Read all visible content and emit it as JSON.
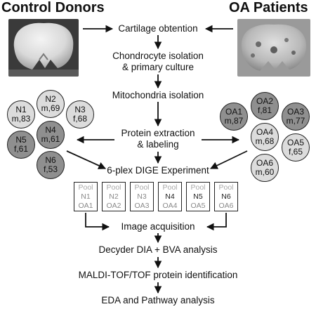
{
  "titles": {
    "control": "Control Donors",
    "oa": "OA Patients"
  },
  "steps": {
    "cartilage": "Cartilage obtention",
    "chondro_1": "Chondrocyte isolation",
    "chondro_2": "& primary culture",
    "mito": "Mitochondria isolation",
    "protein_1": "Protein extraction",
    "protein_2": "& labeling",
    "dige": "6-plex DIGE Experiment",
    "image": "Image acquisition",
    "decyder": "Decyder DIA + BVA analysis",
    "maldi": "MALDI-TOF/TOF protein identification",
    "eda": "EDA and Pathway analysis"
  },
  "control_donors": [
    {
      "id": "N1",
      "info": "m,83",
      "fill": "#dcdcdc"
    },
    {
      "id": "N2",
      "info": "m,69",
      "fill": "#dcdcdc"
    },
    {
      "id": "N3",
      "info": "f,68",
      "fill": "#dcdcdc"
    },
    {
      "id": "N5",
      "info": "f,61",
      "fill": "#8f8f8f"
    },
    {
      "id": "N4",
      "info": "m,61",
      "fill": "#8f8f8f"
    },
    {
      "id": "N6",
      "info": "f,53",
      "fill": "#8f8f8f"
    }
  ],
  "oa_patients": [
    {
      "id": "OA2",
      "info": "f,81",
      "fill": "#8f8f8f"
    },
    {
      "id": "OA1",
      "info": "m,87",
      "fill": "#8f8f8f"
    },
    {
      "id": "OA3",
      "info": "m,77",
      "fill": "#8f8f8f"
    },
    {
      "id": "OA4",
      "info": "m,68",
      "fill": "#dcdcdc"
    },
    {
      "id": "OA5",
      "info": "f,65",
      "fill": "#dcdcdc"
    },
    {
      "id": "OA6",
      "info": "m,60",
      "fill": "#dcdcdc"
    }
  ],
  "gels": [
    {
      "pool": "Pool",
      "n": "N1",
      "oa": "OA1",
      "dark": false
    },
    {
      "pool": "Pool",
      "n": "N2",
      "oa": "OA2",
      "dark": false
    },
    {
      "pool": "Pool",
      "n": "N3",
      "oa": "OA3",
      "dark": false
    },
    {
      "pool": "Pool",
      "n": "N4",
      "oa": "OA4",
      "dark": true
    },
    {
      "pool": "Pool",
      "n": "N5",
      "oa": "OA5",
      "dark": true
    },
    {
      "pool": "Pool",
      "n": "N6",
      "oa": "OA6",
      "dark": true
    }
  ],
  "colors": {
    "light_circle": "#dcdcdc",
    "dark_circle": "#8f8f8f",
    "pool_text": "#a8a8a8",
    "light_gel_text": "#8a8a8a"
  }
}
